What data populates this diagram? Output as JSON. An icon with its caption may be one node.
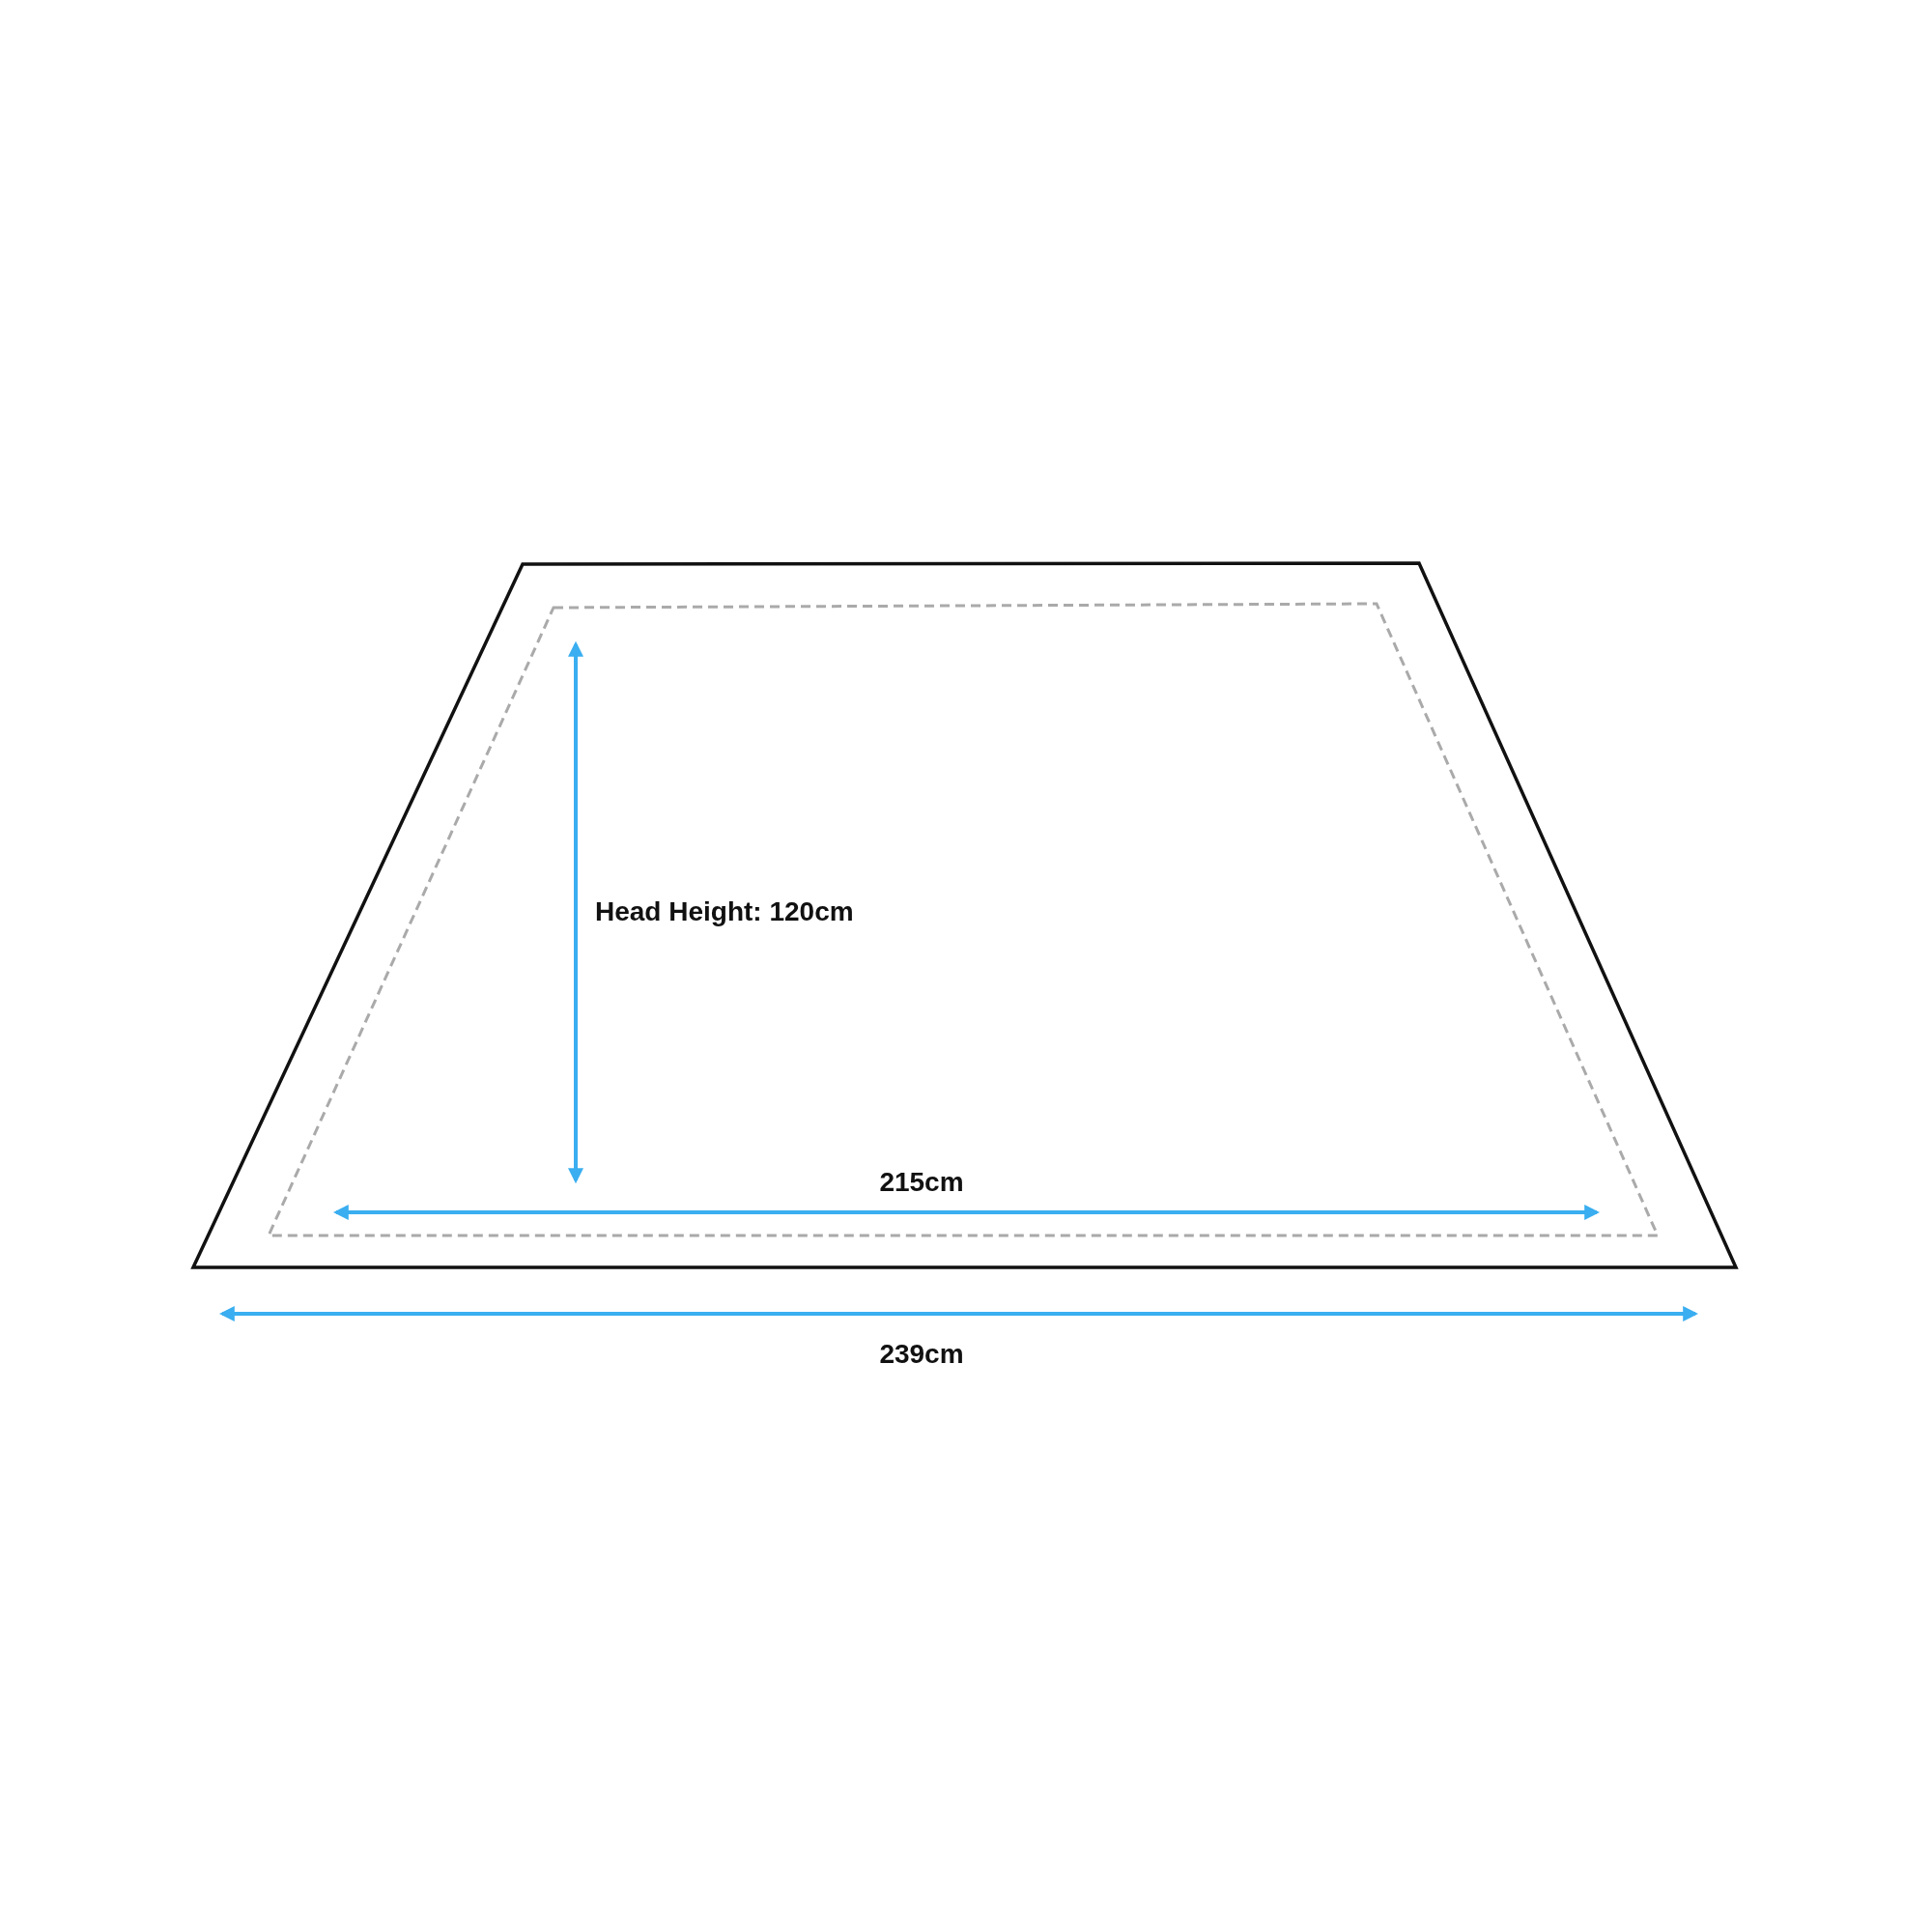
{
  "diagram": {
    "labels": [
      "Head Height: 120cm",
      "215cm",
      "239cm"
    ]
  }
}
